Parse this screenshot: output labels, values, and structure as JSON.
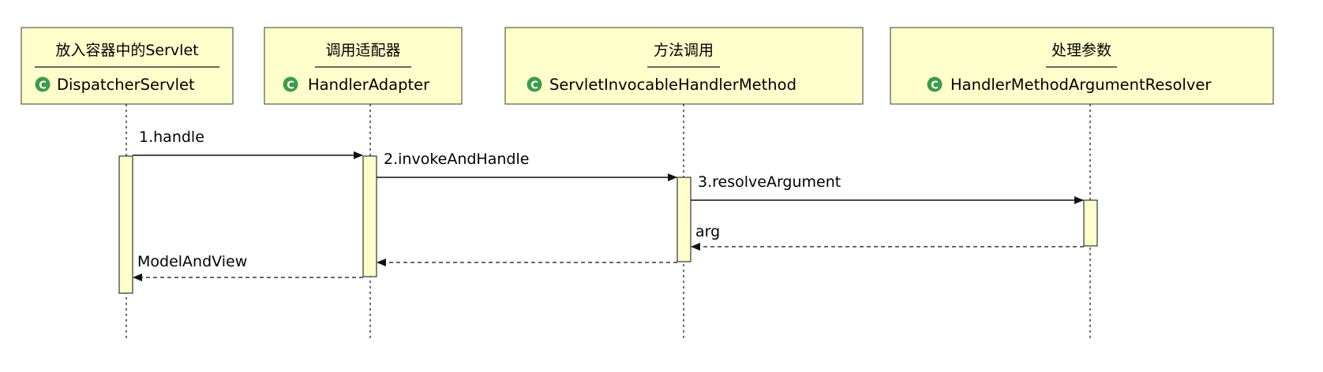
{
  "colors": {
    "box_fill": "#ffffcc",
    "box_stroke": "#5a5a46",
    "class_icon": "#3f9b49",
    "line": "#222222"
  },
  "icon": "class-c-icon",
  "participants": [
    {
      "title": "放入容器中的Servlet",
      "name": "DispatcherServlet"
    },
    {
      "title": "调用适配器",
      "name": "HandlerAdapter"
    },
    {
      "title": "方法调用",
      "name": "ServletInvocableHandlerMethod"
    },
    {
      "title": "处理参数",
      "name": "HandlerMethodArgumentResolver"
    }
  ],
  "messages": [
    {
      "label": "1.handle"
    },
    {
      "label": "2.invokeAndHandle"
    },
    {
      "label": "3.resolveArgument"
    },
    {
      "label": "arg"
    },
    {
      "label": ""
    },
    {
      "label": "ModelAndView"
    }
  ]
}
